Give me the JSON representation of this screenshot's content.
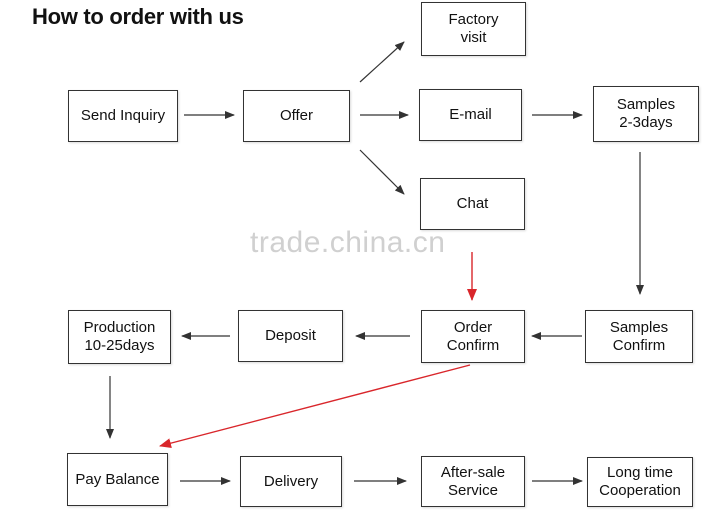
{
  "title": "How to order with us",
  "watermark": "trade.china.cn",
  "steps": {
    "send_inquiry": "Send Inquiry",
    "offer": "Offer",
    "factory_visit": "Factory\nvisit",
    "email": "E-mail",
    "chat": "Chat",
    "samples_days": "Samples\n2-3days",
    "samples_confirm": "Samples\nConfirm",
    "order_confirm": "Order\nConfirm",
    "deposit": "Deposit",
    "production": "Production\n10-25days",
    "pay_balance": "Pay Balance",
    "delivery": "Delivery",
    "after_sale": "After-sale\nService",
    "long_time": "Long time\nCooperation"
  },
  "colors": {
    "arrow": "#333333",
    "highlight_arrow": "#d9262b",
    "border": "#333333"
  }
}
